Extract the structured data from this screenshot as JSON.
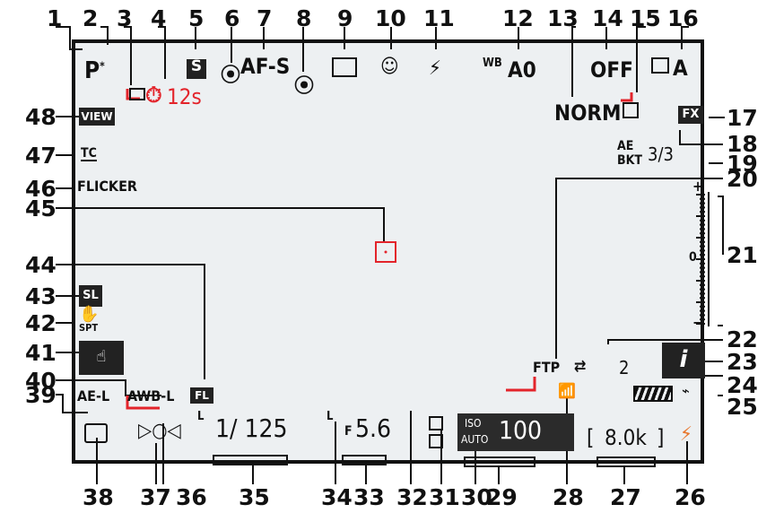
{
  "callouts": [
    "1",
    "2",
    "3",
    "4",
    "5",
    "6",
    "7",
    "8",
    "9",
    "10",
    "11",
    "12",
    "13",
    "14",
    "15",
    "16",
    "17",
    "18",
    "19",
    "20",
    "21",
    "22",
    "23",
    "24",
    "25",
    "26",
    "27",
    "28",
    "29",
    "30",
    "31",
    "32",
    "33",
    "34",
    "35",
    "36",
    "37",
    "38",
    "39",
    "40",
    "41",
    "42",
    "43",
    "44",
    "45",
    "46",
    "47",
    "48"
  ],
  "display": {
    "mode": "P",
    "mode_flex": "*",
    "timer": "12s",
    "release_mode": "S",
    "af_mode": "AF-S",
    "wb_label": "WB",
    "wb_value": "A0",
    "picture_control": "OFF",
    "active_d": "A",
    "quality": "NORM",
    "image_area": "FX",
    "bracket_top": "AE",
    "bracket_bottom": "BKT",
    "bracket_count": "3/3",
    "view": "VIEW",
    "tc": "TC",
    "flicker": "FLICKER",
    "sl": "SL",
    "spt": "SPT",
    "fl": "FL",
    "ae_l": "AE-L",
    "awb_l": "AWB-L",
    "ftp": "FTP",
    "ftp_count": "2",
    "info": "i",
    "shutter": "1/ 125",
    "aperture_f": "F",
    "aperture": "5.6",
    "iso_label": "ISO",
    "iso_auto": "AUTO",
    "iso_value": "100",
    "buffer_open": "[",
    "buffer": "8.0k",
    "buffer_close": "]",
    "scale_plus": "+",
    "scale_zero": "0",
    "scale_minus": "−",
    "lock_l": "L"
  }
}
